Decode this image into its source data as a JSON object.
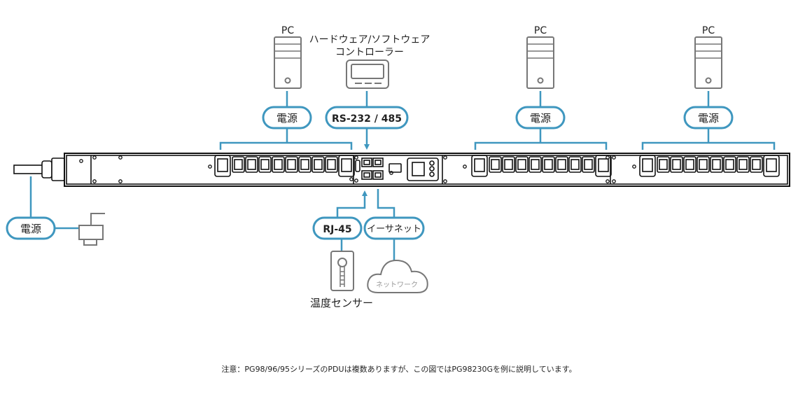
{
  "pc_label": "PC",
  "controller_label_line1": "ハードウェア/ソフトウェア",
  "controller_label_line2": "コントローラー",
  "power_label": "電源",
  "serial_label": "RS-232 / 485",
  "rj45_label": "RJ-45",
  "ethernet_label": "イーサネット",
  "network_label": "ネットワーク",
  "sensor_label": "温度センサー",
  "note": "注意：PG98/96/95シリーズのPDUは複数ありますが、この図ではPG98230Gを例に説明しています。",
  "colors": {
    "connector_line": "#3f97bf",
    "device": "#777777",
    "pdu": "#111111"
  }
}
